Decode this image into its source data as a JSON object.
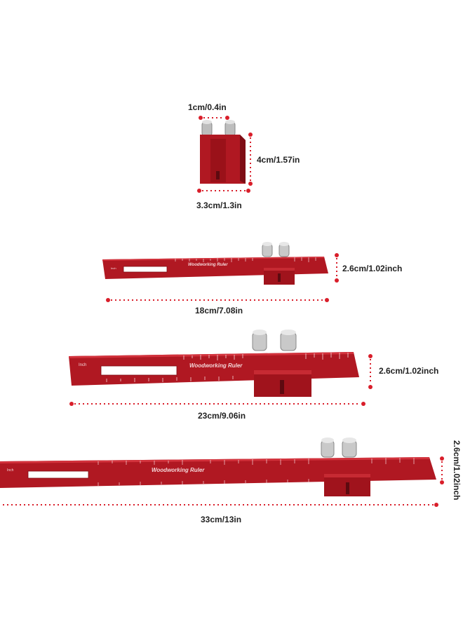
{
  "colors": {
    "ruler_red": "#b01822",
    "ruler_dark": "#7e0d15",
    "dots": "#d91e2a",
    "steel": "#c9c9c9"
  },
  "block": {
    "width_small": "1cm/0.4in",
    "height": "4cm/1.57in",
    "width": "3.3cm/1.3in"
  },
  "rulers": [
    {
      "length": "18cm/7.08in",
      "width": "2.6cm/1.02inch",
      "engraving": "Woodworking Ruler",
      "unit_mark": "Inch"
    },
    {
      "length": "23cm/9.06in",
      "width": "2.6cm/1.02inch",
      "engraving": "Woodworking Ruler",
      "unit_mark": "Inch"
    },
    {
      "length": "33cm/13in",
      "width": "2.6cm/1.02inch",
      "engraving": "Woodworking Ruler",
      "unit_mark": "Inch"
    }
  ]
}
